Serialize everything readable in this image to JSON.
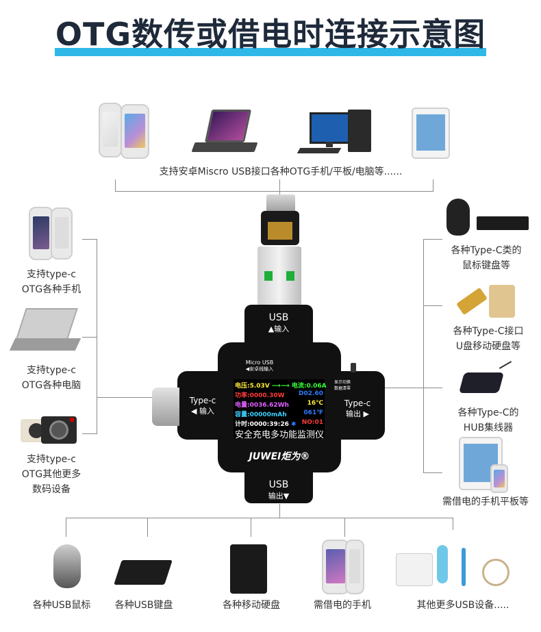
{
  "title": "OTG数传或借电时连接示意图",
  "colors": {
    "accent": "#2fb7e8",
    "title": "#1e2a3a",
    "line": "#8a8a8a",
    "device": "#111111"
  },
  "top": {
    "caption": "支持安卓Miscro USB接口各种OTG手机/平板/电脑等......",
    "items": [
      {
        "name": "android-phone",
        "icon": "phone-icon"
      },
      {
        "name": "laptop",
        "icon": "laptop-icon"
      },
      {
        "name": "desktop-pc",
        "icon": "desktop-icon"
      },
      {
        "name": "tablet",
        "icon": "tablet-icon"
      }
    ]
  },
  "left": [
    {
      "line1": "支持type-c",
      "line2": "OTG各种手机",
      "line3": "",
      "icon": "phone-icon"
    },
    {
      "line1": "支持type-c",
      "line2": "OTG各种电脑",
      "line3": "",
      "icon": "laptop-icon"
    },
    {
      "line1": "支持type-c",
      "line2": "OTG其他更多",
      "line3": "数码设备",
      "icon": "camera-icon"
    }
  ],
  "right": [
    {
      "line1": "各种Type-C类的",
      "line2": "鼠标键盘等",
      "icon": "mouse-keyboard-icon"
    },
    {
      "line1": "各种Type-C接口",
      "line2": "U盘移动硬盘等",
      "icon": "usb-drive-icon"
    },
    {
      "line1": "各种Type-C的",
      "line2": "HUB集线器",
      "icon": "hub-icon"
    },
    {
      "line1": "需借电的手机平板等",
      "line2": "",
      "icon": "tablet-phone-icon"
    }
  ],
  "bottom": [
    {
      "label": "各种USB鼠标",
      "icon": "mouse-icon"
    },
    {
      "label": "各种USB键盘",
      "icon": "keyboard-icon"
    },
    {
      "label": "各种移动硬盘",
      "icon": "hard-drive-icon"
    },
    {
      "label": "需借电的手机",
      "icon": "phone-icon"
    },
    {
      "label": "其他更多USB设备.....",
      "icon": "usb-gadgets-icon"
    }
  ],
  "device": {
    "usb_in_label": "USB",
    "usb_in_sub": "▲输入",
    "micro_label": "Micro USB",
    "micro_sub": "◀安卓线输入",
    "typec_in_label": "Type-c",
    "typec_in_sub": "◀ 输入",
    "typec_out_label": "Type-c",
    "typec_out_sub": "输出 ▶",
    "usb_out_label": "USB",
    "usb_out_sub": "输出▼",
    "switch_1": "显示切换",
    "switch_2": "数据清零",
    "brand": "JUWEI炬为®",
    "caption": "安全充电多功能监测仪",
    "screen": {
      "voltage": "电压:5.03V",
      "arrow": "⟶⟶",
      "current": "电流:0.06A",
      "power": "功率:0000.30W",
      "dplus": "D02.60",
      "energy": "电量:0036.62Wh",
      "temp_c": "16℃",
      "capacity": "容量:00000mAh",
      "temp_f": "061℉",
      "timer": "计时:0000:39:26",
      "bt": "✱",
      "slot": "NO:01"
    }
  }
}
